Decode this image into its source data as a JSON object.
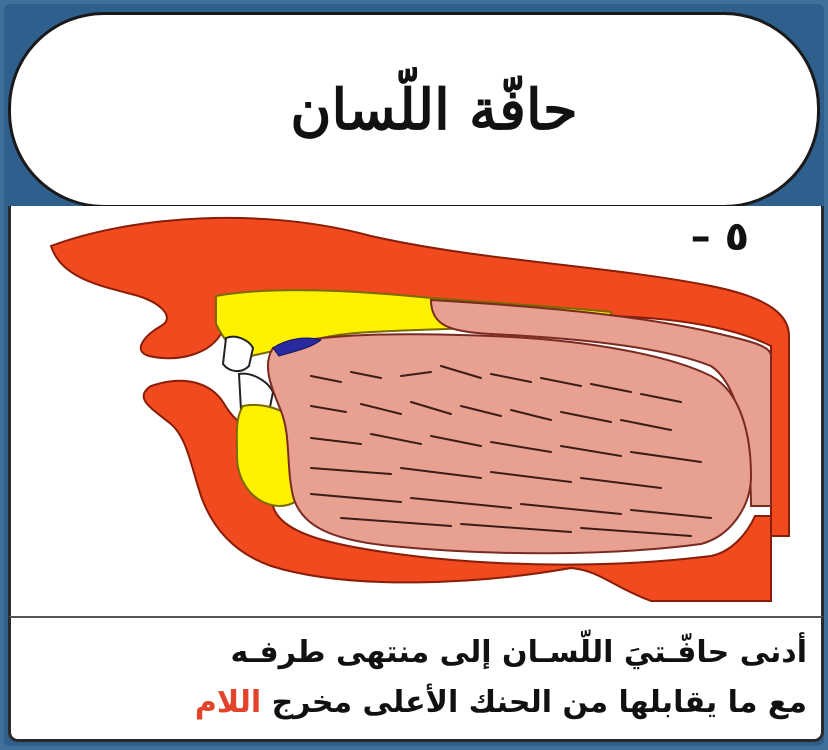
{
  "title": "حافّة اللّسان",
  "diagram": {
    "number_label": "٥ –",
    "colors": {
      "head_tissue": "#f04a1e",
      "palate_teeth": "#fff200",
      "tongue": "#e8a090",
      "tongue_striations": "#3a1d18",
      "contact_point": "#2a2aa0"
    }
  },
  "caption": {
    "line1": "أدنى حافّـتيَ اللّسـان إلى منتهى طرفـه",
    "line2_main": "مع ما يقابلها من الحنك الأعلى مخرج ",
    "line2_highlight": "اللام",
    "highlight_color": "#e2432a"
  }
}
